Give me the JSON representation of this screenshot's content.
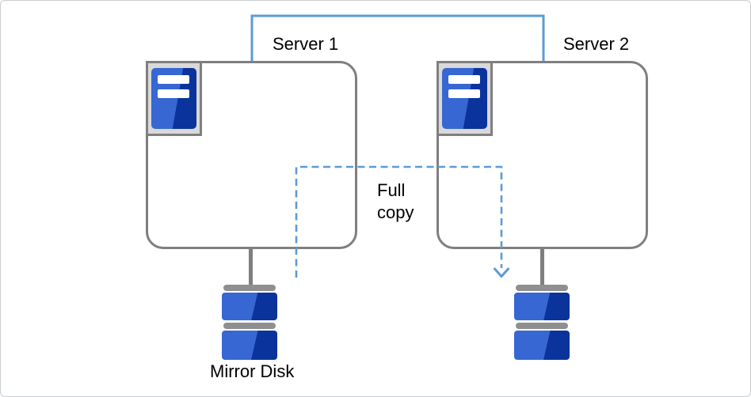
{
  "diagram": {
    "type": "mirror-disk-replication",
    "nodes": {
      "server1": {
        "label": "Server 1",
        "icon": "server-tower-icon"
      },
      "server2": {
        "label": "Server 2",
        "icon": "server-tower-icon"
      },
      "disk1": {
        "label": "Mirror Disk",
        "icon": "disk-stack-icon"
      },
      "disk2": {
        "icon": "disk-stack-icon"
      }
    },
    "edges": {
      "network_link": {
        "from": "server1",
        "to": "server2",
        "style": "solid",
        "color": "#5B9BD5"
      },
      "full_copy": {
        "from": "disk1",
        "to": "disk2",
        "style": "dashed",
        "arrowhead": "open-chevron",
        "color": "#5B9BD5",
        "label": "Full\ncopy"
      }
    },
    "colors": {
      "background": "#FFFFFF",
      "text": "#000000",
      "box_border": "#7F7F7F",
      "icon_frame_fill": "#D9D9D9",
      "device_blue_light": "#3767D3",
      "device_blue_dark": "#0B339C",
      "disk_bar_gray": "#8F8F8F",
      "connector_blue": "#5B9BD5"
    }
  }
}
